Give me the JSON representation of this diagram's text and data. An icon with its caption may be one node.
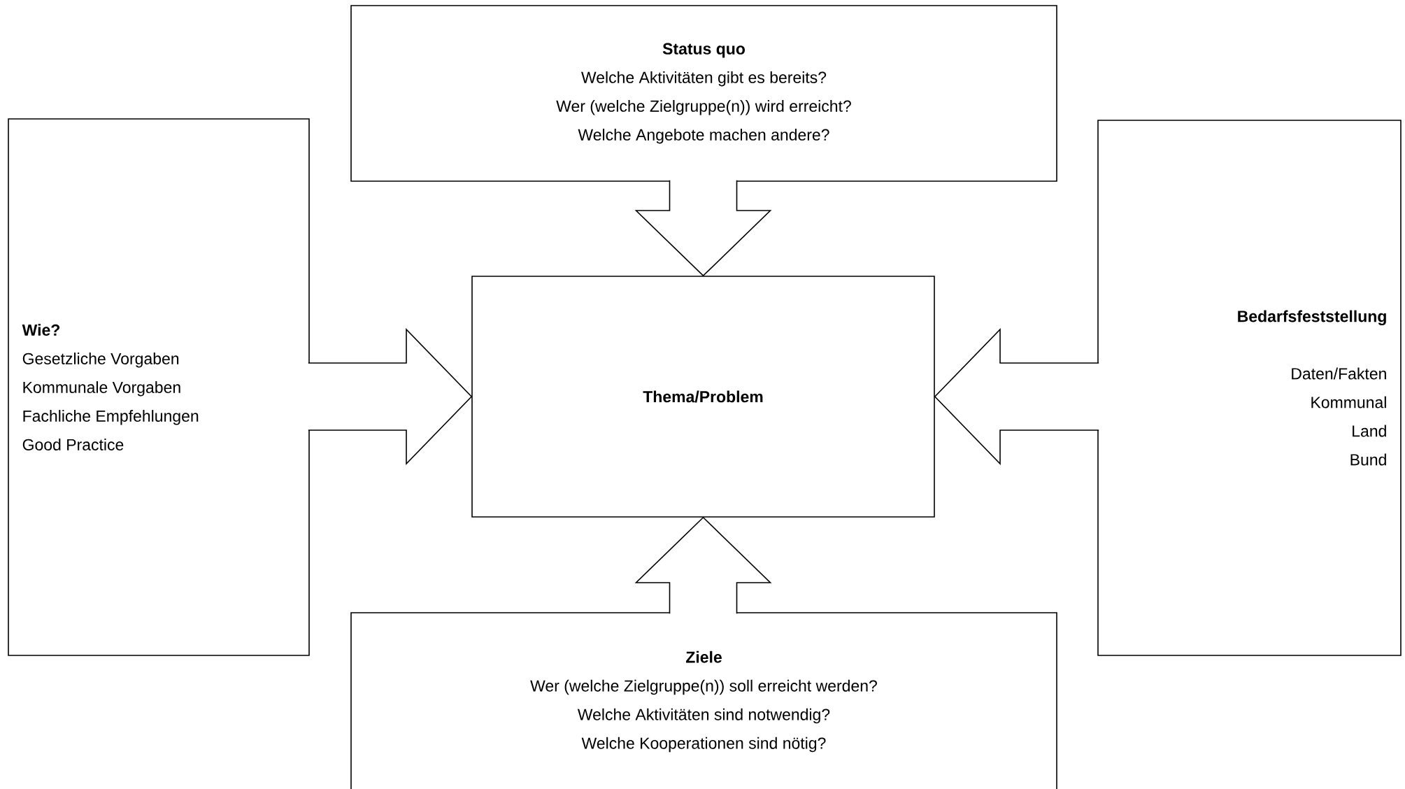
{
  "diagram": {
    "nodes": [
      {
        "text": [
          "Status quo",
          "Welche Aktivitäten gibt es bereits?",
          "Wer (welche Zielgruppe(n)) wird erreicht?",
          "Welche Angebote machen andere?"
        ]
      },
      {
        "text": [
          "Wie?",
          "Gesetzliche Vorgaben",
          "Kommunale Vorgaben",
          "Fachliche Empfehlungen",
          "Good Practice"
        ]
      },
      {
        "text": [
          "Thema/Problem"
        ]
      },
      {
        "text": [
          "Bedarfsfeststellung",
          "Daten/Fakten",
          "Kommunal",
          "Land",
          "Bund"
        ]
      },
      {
        "text": [
          "Ziele",
          "Wer (welche Zielgruppe(n)) soll erreicht werden?",
          "Welche Aktivitäten sind notwendig?",
          "Welche Kooperationen sind nötig?"
        ]
      }
    ],
    "edges": [
      {
        "from": 0,
        "to": 2,
        "arrow": "to"
      },
      {
        "from": 1,
        "to": 2,
        "arrow": "to"
      },
      {
        "from": 3,
        "to": 2,
        "arrow": "to"
      },
      {
        "from": 4,
        "to": 2,
        "arrow": "to"
      }
    ]
  }
}
